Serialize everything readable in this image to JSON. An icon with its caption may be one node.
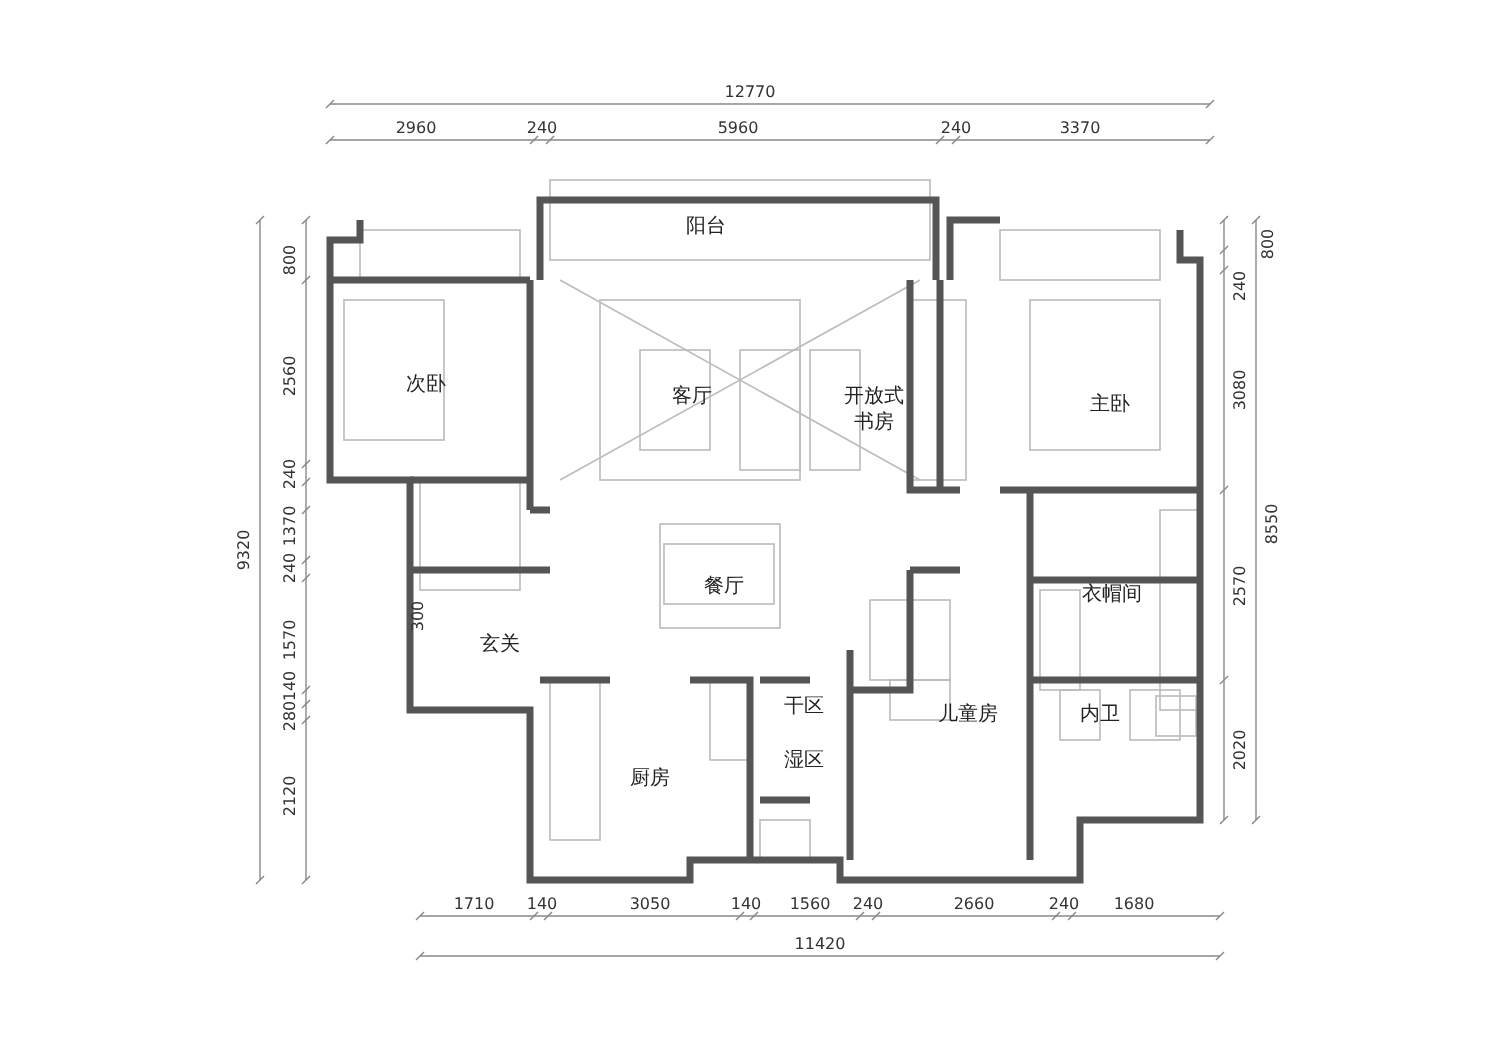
{
  "diagram": {
    "nodes": [
      {
        "text": [
          "阳台"
        ]
      },
      {
        "text": [
          "次卧"
        ]
      },
      {
        "text": [
          "客厅"
        ]
      },
      {
        "text": [
          "开放式书房"
        ]
      },
      {
        "text": [
          "主卧"
        ]
      },
      {
        "text": [
          "餐厅"
        ]
      },
      {
        "text": [
          "玄关"
        ]
      },
      {
        "text": [
          "衣帽间"
        ]
      },
      {
        "text": [
          "干区"
        ]
      },
      {
        "text": [
          "儿童房"
        ]
      },
      {
        "text": [
          "内卫"
        ]
      },
      {
        "text": [
          "厨房"
        ]
      },
      {
        "text": [
          "湿区"
        ]
      }
    ],
    "labels": [
      "12770",
      "2960",
      "240",
      "5960",
      "240",
      "3370",
      "800",
      "2560",
      "240",
      "1370",
      "240",
      "1570",
      "140",
      "280",
      "2120",
      "9320",
      "800",
      "240",
      "3080",
      "2570",
      "2020",
      "8550",
      "300",
      "1710",
      "140",
      "3050",
      "140",
      "1560",
      "240",
      "2660",
      "240",
      "1680",
      "11420"
    ]
  }
}
